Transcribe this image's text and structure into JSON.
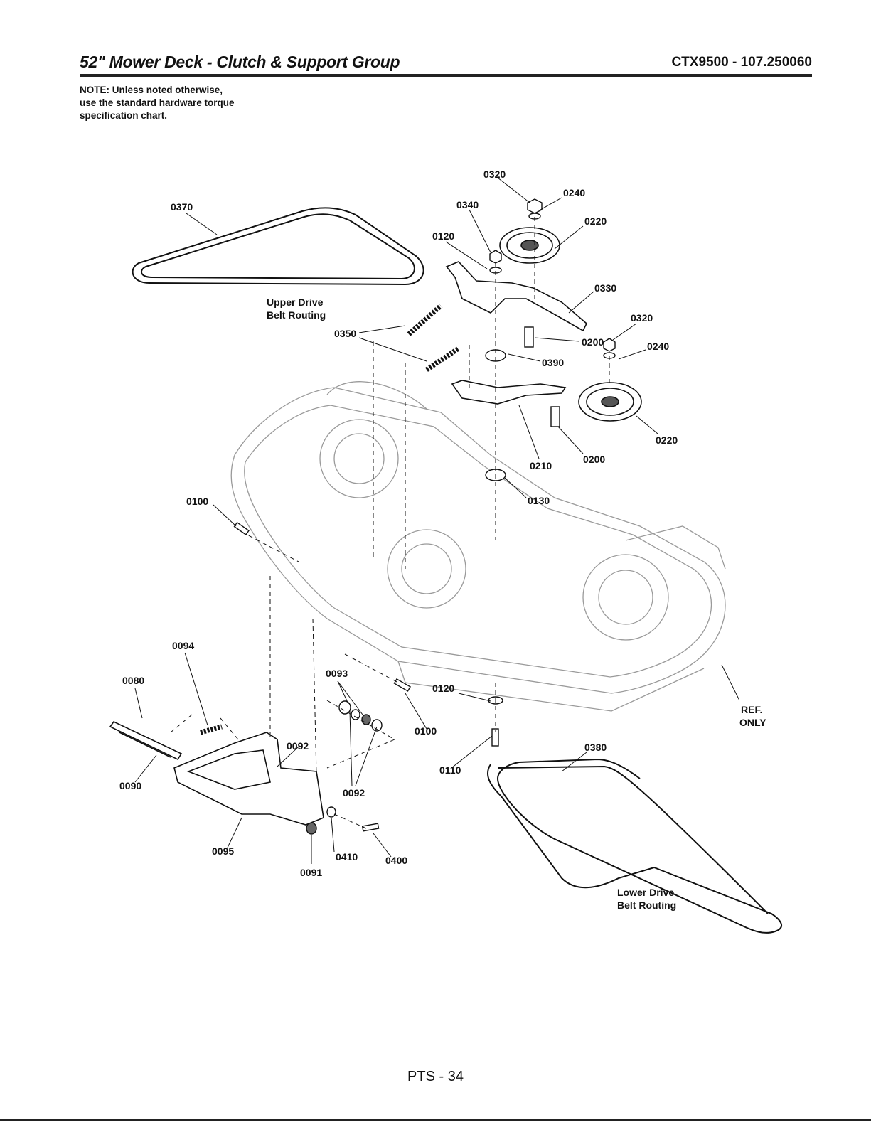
{
  "header": {
    "title": "52\" Mower Deck - Clutch & Support Group",
    "model": "CTX9500 - 107.250060"
  },
  "note": {
    "line1": "NOTE: Unless noted otherwise,",
    "line2": "use the standard hardware torque",
    "line3": "specification chart."
  },
  "belt_labels": {
    "upper_line1": "Upper Drive",
    "upper_line2": "Belt Routing",
    "lower_line1": "Lower Drive",
    "lower_line2": "Belt Routing"
  },
  "ref_label": {
    "line1": "REF.",
    "line2": "ONLY"
  },
  "callouts": [
    "0320",
    "0240",
    "0370",
    "0340",
    "0220",
    "0120",
    "0330",
    "0320",
    "0350",
    "0200",
    "0240",
    "0390",
    "0220",
    "0200",
    "0210",
    "0100",
    "0130",
    "0094",
    "0093",
    "0080",
    "0120",
    "0100",
    "0092",
    "0380",
    "0090",
    "0092",
    "0110",
    "0095",
    "0410",
    "0400",
    "0091"
  ],
  "footer": {
    "page": "PTS - 34"
  },
  "colors": {
    "ink": "#111111",
    "deck_line": "#9a9a9a",
    "rule": "#222222"
  }
}
